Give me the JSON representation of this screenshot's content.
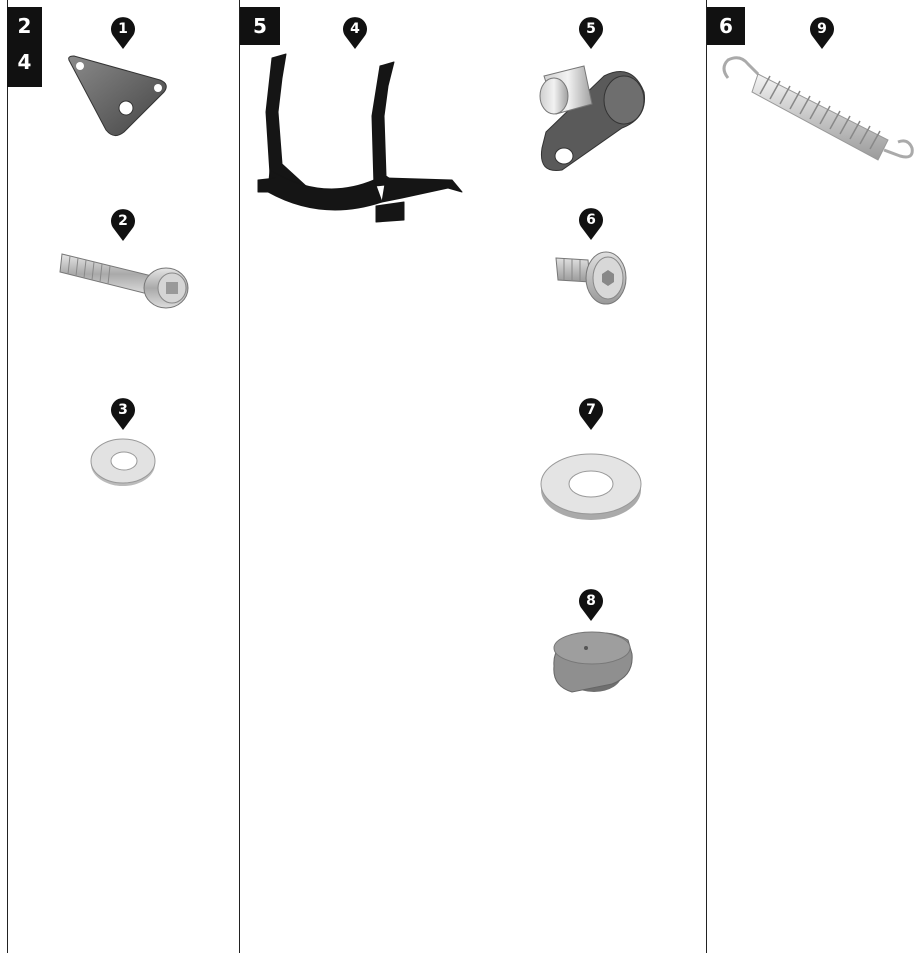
{
  "steps": {
    "col1": [
      "2",
      "4"
    ],
    "col2": "5",
    "col3": "6"
  },
  "callouts": {
    "m1": "1",
    "m2": "2",
    "m3": "3",
    "m4": "4",
    "m5": "5",
    "m6": "6",
    "m7": "7",
    "m8": "8",
    "m9": "9"
  },
  "parts": {
    "p1": "mounting-plate",
    "p2": "bolt",
    "p3": "washer",
    "p4": "center-stand",
    "p5": "bushing-plate",
    "p6": "countersunk-screw",
    "p7": "large-washer",
    "p8": "rubber-stopper",
    "p9": "tension-spring"
  },
  "colors": {
    "ink": "#111111",
    "metal": "#c8c8c8",
    "dark_metal": "#555555",
    "rubber": "#8f8f8f"
  }
}
